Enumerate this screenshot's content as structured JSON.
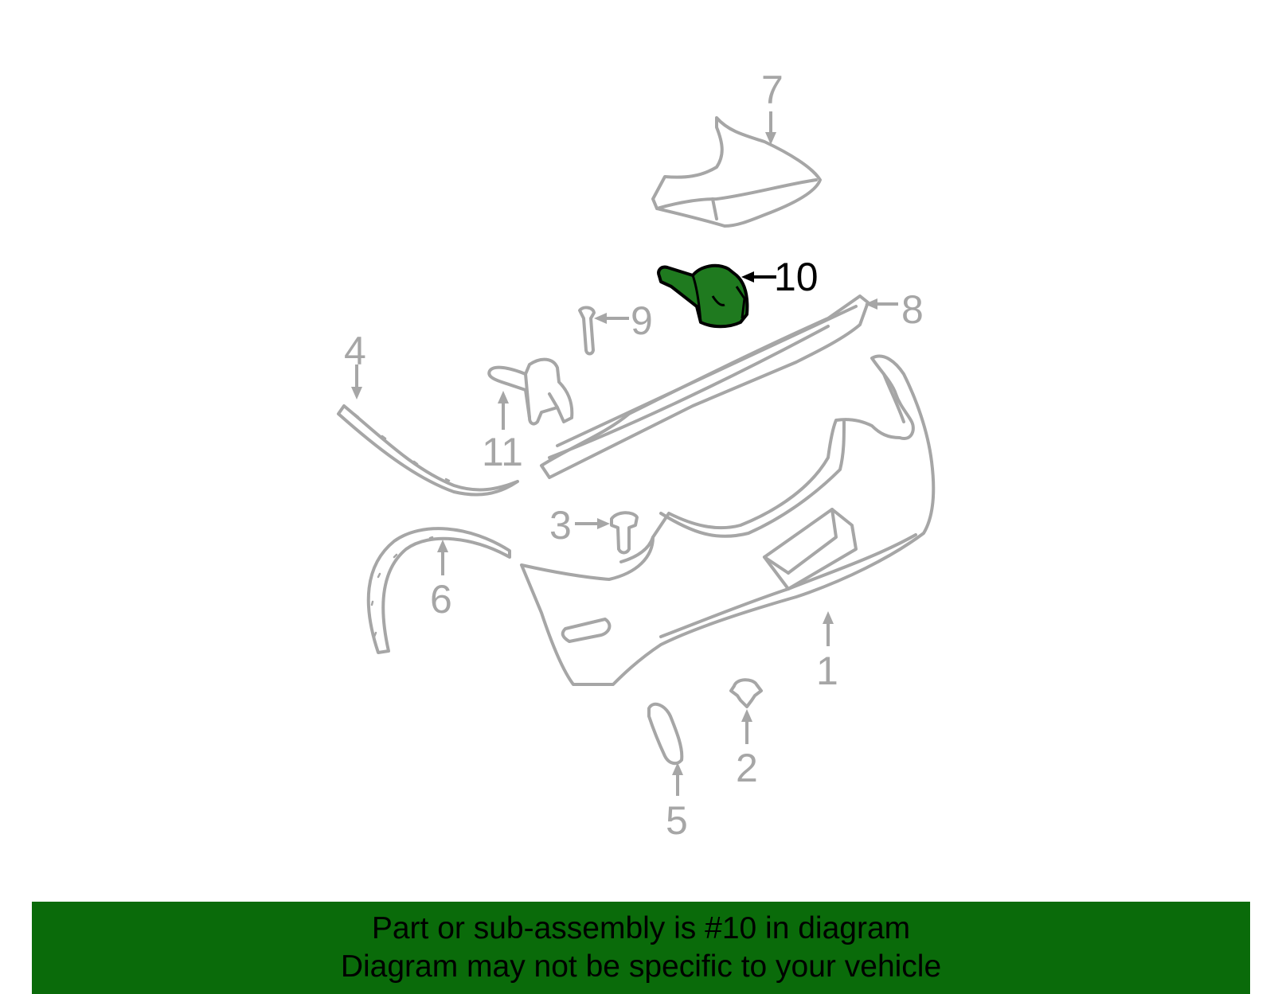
{
  "labels": [
    {
      "id": "1",
      "text": "1"
    },
    {
      "id": "2",
      "text": "2"
    },
    {
      "id": "3",
      "text": "3"
    },
    {
      "id": "4",
      "text": "4"
    },
    {
      "id": "5",
      "text": "5"
    },
    {
      "id": "6",
      "text": "6"
    },
    {
      "id": "7",
      "text": "7"
    },
    {
      "id": "8",
      "text": "8"
    },
    {
      "id": "9",
      "text": "9"
    },
    {
      "id": "10",
      "text": "10"
    },
    {
      "id": "11",
      "text": "11"
    }
  ],
  "highlighted_part": "10",
  "colors": {
    "banner_bg": "#0a6b0a",
    "highlight_fill": "#1f7a1f",
    "part_stroke": "#a6a6a6",
    "label_text": "#a6a6a6"
  },
  "banner": {
    "line1": "Part or sub-assembly is #10 in diagram",
    "line2": "Diagram may not be specific to your vehicle"
  }
}
